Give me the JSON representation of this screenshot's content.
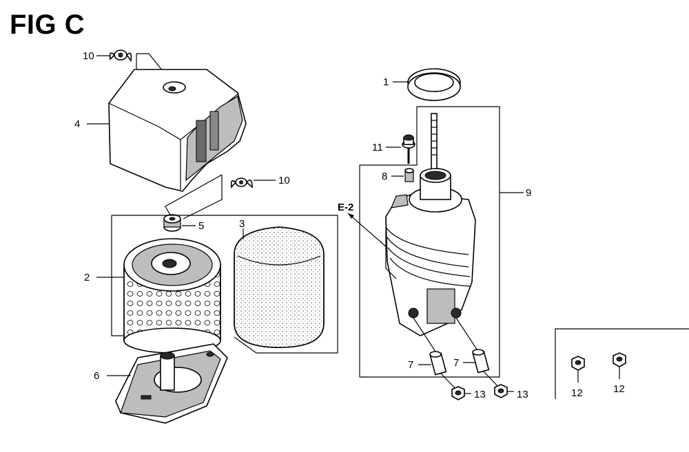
{
  "figure": {
    "title": "FIG C"
  },
  "callouts": {
    "c1": "1",
    "c2": "2",
    "c3": "3",
    "c4": "4",
    "c5": "5",
    "c6": "6",
    "c7a": "7",
    "c7b": "7",
    "c8": "8",
    "c9": "9",
    "c10a": "10",
    "c10b": "10",
    "c11": "11",
    "c12a": "12",
    "c12b": "12",
    "c13a": "13",
    "c13b": "13",
    "ref": "E-2"
  }
}
